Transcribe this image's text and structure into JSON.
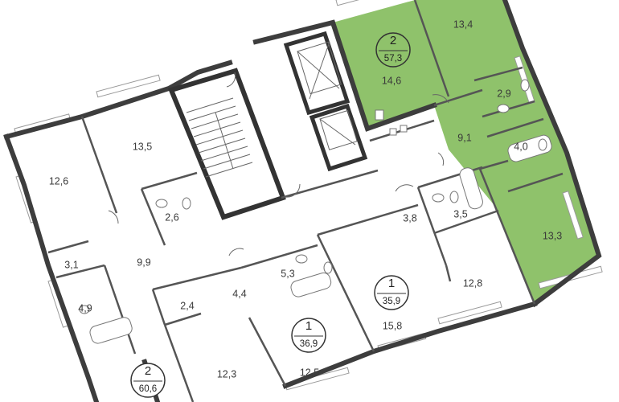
{
  "highlight_color": "#8fc26b",
  "apartments": [
    {
      "id": "apt-selected",
      "rooms": "2",
      "area": "57,3",
      "highlighted": true
    },
    {
      "id": "apt-b",
      "rooms": "1",
      "area": "35,9",
      "highlighted": false
    },
    {
      "id": "apt-c",
      "rooms": "1",
      "area": "36,9",
      "highlighted": false
    },
    {
      "id": "apt-d",
      "rooms": "2",
      "area": "60,6",
      "highlighted": false
    }
  ],
  "rooms": {
    "r_14_6": "14,6",
    "r_13_4": "13,4",
    "r_2_9": "2,9",
    "r_9_1": "9,1",
    "r_4_0": "4,0",
    "r_13_3": "13,3",
    "r_13_5": "13,5",
    "r_12_6": "12,6",
    "r_2_6": "2,6",
    "r_3_1": "3,1",
    "r_9_9": "9,9",
    "r_4_9": "4,9",
    "r_2_4": "2,4",
    "r_4_4": "4,4",
    "r_5_3": "5,3",
    "r_3_8": "3,8",
    "r_3_5": "3,5",
    "r_12_8": "12,8",
    "r_15_8": "15,8",
    "r_12_5": "12,5",
    "r_12_3": "12,3"
  }
}
